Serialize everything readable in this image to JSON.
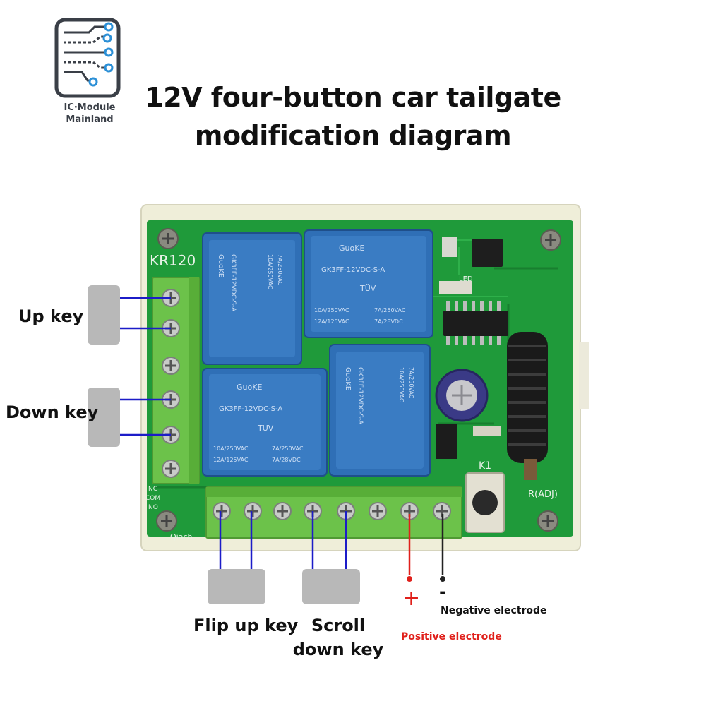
{
  "logo": {
    "line1": "IC·Module",
    "line2": "Mainland"
  },
  "title": {
    "line1": "12V four-button car tailgate",
    "line2": "modification diagram"
  },
  "board": {
    "model": "KR120",
    "brand_bottom": "Qiach",
    "label_k1": "K1",
    "label_radj": "R(ADJ)",
    "label_led": "LED",
    "side_labels": [
      "NC",
      "COM",
      "NO"
    ],
    "relay_brand": "GuoKE",
    "relay_model": "GK3FF-12VDC-S-A",
    "relay_rating_1": "10A/250VAC",
    "relay_rating_2": "12A/125VAC",
    "relay_rating_3": "7A/250VAC",
    "relay_rating_4": "7A/28VDC",
    "relay_cert": "TÜV"
  },
  "keys": {
    "up": "Up key",
    "down": "Down key",
    "flip_up": "Flip up key",
    "scroll_down_1": "Scroll",
    "scroll_down_2": "down key"
  },
  "power": {
    "plus_sign": "+",
    "minus_sign": "-",
    "positive": "Positive electrode",
    "negative": "Negative electrode"
  },
  "colors": {
    "pcb": "#1f9a3a",
    "relay": "#2f6fb6",
    "terminal": "#6cc24a",
    "wire": "#1c1cc8",
    "positive": "#e0201b",
    "negative": "#222222",
    "button": "#b8b8b8"
  }
}
